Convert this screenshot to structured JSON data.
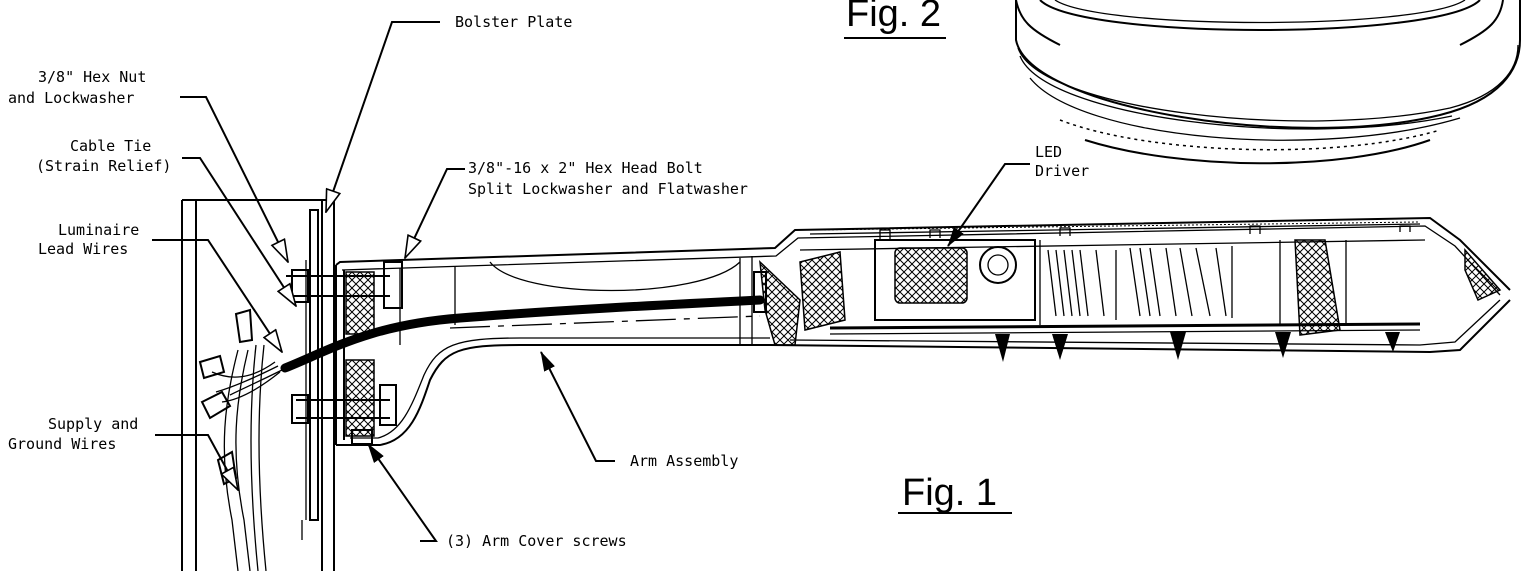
{
  "labels": {
    "bolster_plate": "Bolster Plate",
    "hex_nut_1": "3/8\" Hex Nut",
    "hex_nut_2": "and Lockwasher",
    "cable_tie_1": "Cable Tie",
    "cable_tie_2": "(Strain Relief)",
    "luminaire_1": "Luminaire",
    "luminaire_2": "Lead Wires",
    "supply_1": "Supply and",
    "supply_2": "Ground Wires",
    "bolt_1": "3/8\"-16 x 2\" Hex Head Bolt",
    "bolt_2": "Split Lockwasher and Flatwasher",
    "led_1": "LED",
    "led_2": "Driver",
    "arm_assembly": "Arm Assembly",
    "arm_cover": "(3) Arm Cover screws"
  },
  "figures": {
    "fig1": "Fig. 1",
    "fig2": "Fig. 2"
  }
}
